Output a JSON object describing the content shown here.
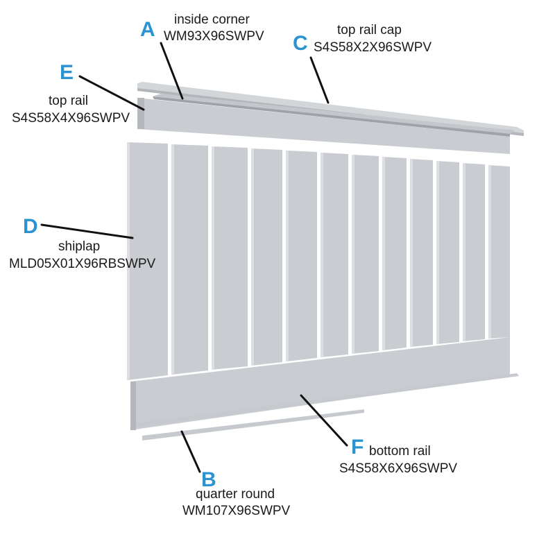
{
  "colors": {
    "accent": "#2b93d1",
    "panel": "#c9ccd0",
    "panel_light": "#dcdee1",
    "panel_dark": "#a9adb2",
    "leader": "#111111"
  },
  "parts": {
    "A": {
      "letter": "A",
      "name": "inside corner",
      "code": "WM93X96SWPV"
    },
    "B": {
      "letter": "B",
      "name": "quarter round",
      "code": "WM107X96SWPV"
    },
    "C": {
      "letter": "C",
      "name": "top rail cap",
      "code": "S4S58X2X96SWPV"
    },
    "D": {
      "letter": "D",
      "name": "shiplap",
      "code": "MLD05X01X96RBSWPV"
    },
    "E": {
      "letter": "E",
      "name": "top rail",
      "code": "S4S58X4X96SWPV"
    },
    "F": {
      "letter": "F",
      "name": "bottom rail",
      "code": "S4S58X6X96SWPV"
    }
  }
}
